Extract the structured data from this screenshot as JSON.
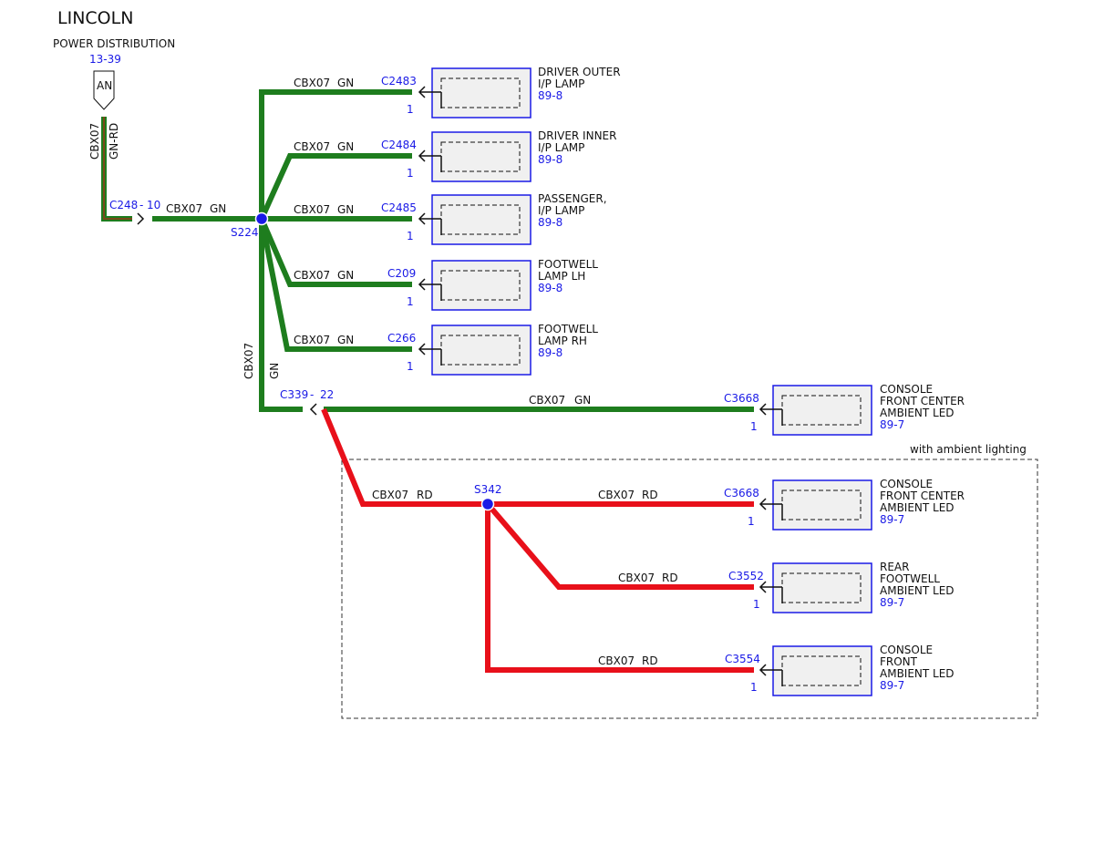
{
  "brand": "LINCOLN",
  "source": {
    "label": "POWER DISTRIBUTION",
    "ref": "13-39",
    "pin": "AN",
    "circuit": "CBX07",
    "color": "GN-RD"
  },
  "c248": {
    "connector": "C248",
    "pin_sep": "-",
    "pin": "10",
    "circuit": "CBX07",
    "color": "GN"
  },
  "s224": "S224",
  "s342": "S342",
  "drop": {
    "circuit": "CBX07",
    "color": "GN"
  },
  "c339": {
    "connector": "C339",
    "pin_sep": "-",
    "pin": "22"
  },
  "frame_label": "with ambient lighting",
  "loads": [
    {
      "circuit": "CBX07",
      "color": "GN",
      "connector": "C2483",
      "pin": "1",
      "name": [
        "DRIVER OUTER",
        "I/P LAMP"
      ],
      "page": "89-8"
    },
    {
      "circuit": "CBX07",
      "color": "GN",
      "connector": "C2484",
      "pin": "1",
      "name": [
        "DRIVER INNER",
        "I/P LAMP"
      ],
      "page": "89-8"
    },
    {
      "circuit": "CBX07",
      "color": "GN",
      "connector": "C2485",
      "pin": "1",
      "name": [
        "PASSENGER,",
        "I/P LAMP"
      ],
      "page": "89-8"
    },
    {
      "circuit": "CBX07",
      "color": "GN",
      "connector": "C209",
      "pin": "1",
      "name": [
        "FOOTWELL",
        "LAMP LH"
      ],
      "page": "89-8"
    },
    {
      "circuit": "CBX07",
      "color": "GN",
      "connector": "C266",
      "pin": "1",
      "name": [
        "FOOTWELL",
        "LAMP RH"
      ],
      "page": "89-8"
    },
    {
      "circuit": "CBX07",
      "color": "GN",
      "connector": "C3668",
      "pin": "1",
      "name": [
        "CONSOLE",
        "FRONT CENTER",
        "AMBIENT LED"
      ],
      "page": "89-7"
    },
    {
      "circuit": "CBX07",
      "color": "RD",
      "connector": "C3668",
      "pin": "1",
      "name": [
        "CONSOLE",
        "FRONT CENTER",
        "AMBIENT LED"
      ],
      "page": "89-7"
    },
    {
      "circuit": "CBX07",
      "color": "RD",
      "connector": "C3552",
      "pin": "1",
      "name": [
        "REAR",
        "FOOTWELL",
        "AMBIENT LED"
      ],
      "page": "89-7"
    },
    {
      "circuit": "CBX07",
      "color": "RD",
      "connector": "C3554",
      "pin": "1",
      "name": [
        "CONSOLE",
        "FRONT",
        "AMBIENT LED"
      ],
      "page": "89-7"
    }
  ],
  "red_feed": {
    "circuit": "CBX07",
    "color": "RD"
  },
  "colors": {
    "green_wire": "#1e7d1e",
    "red_wire": "#e8101a",
    "ref_blue": "#1a1ae6"
  }
}
